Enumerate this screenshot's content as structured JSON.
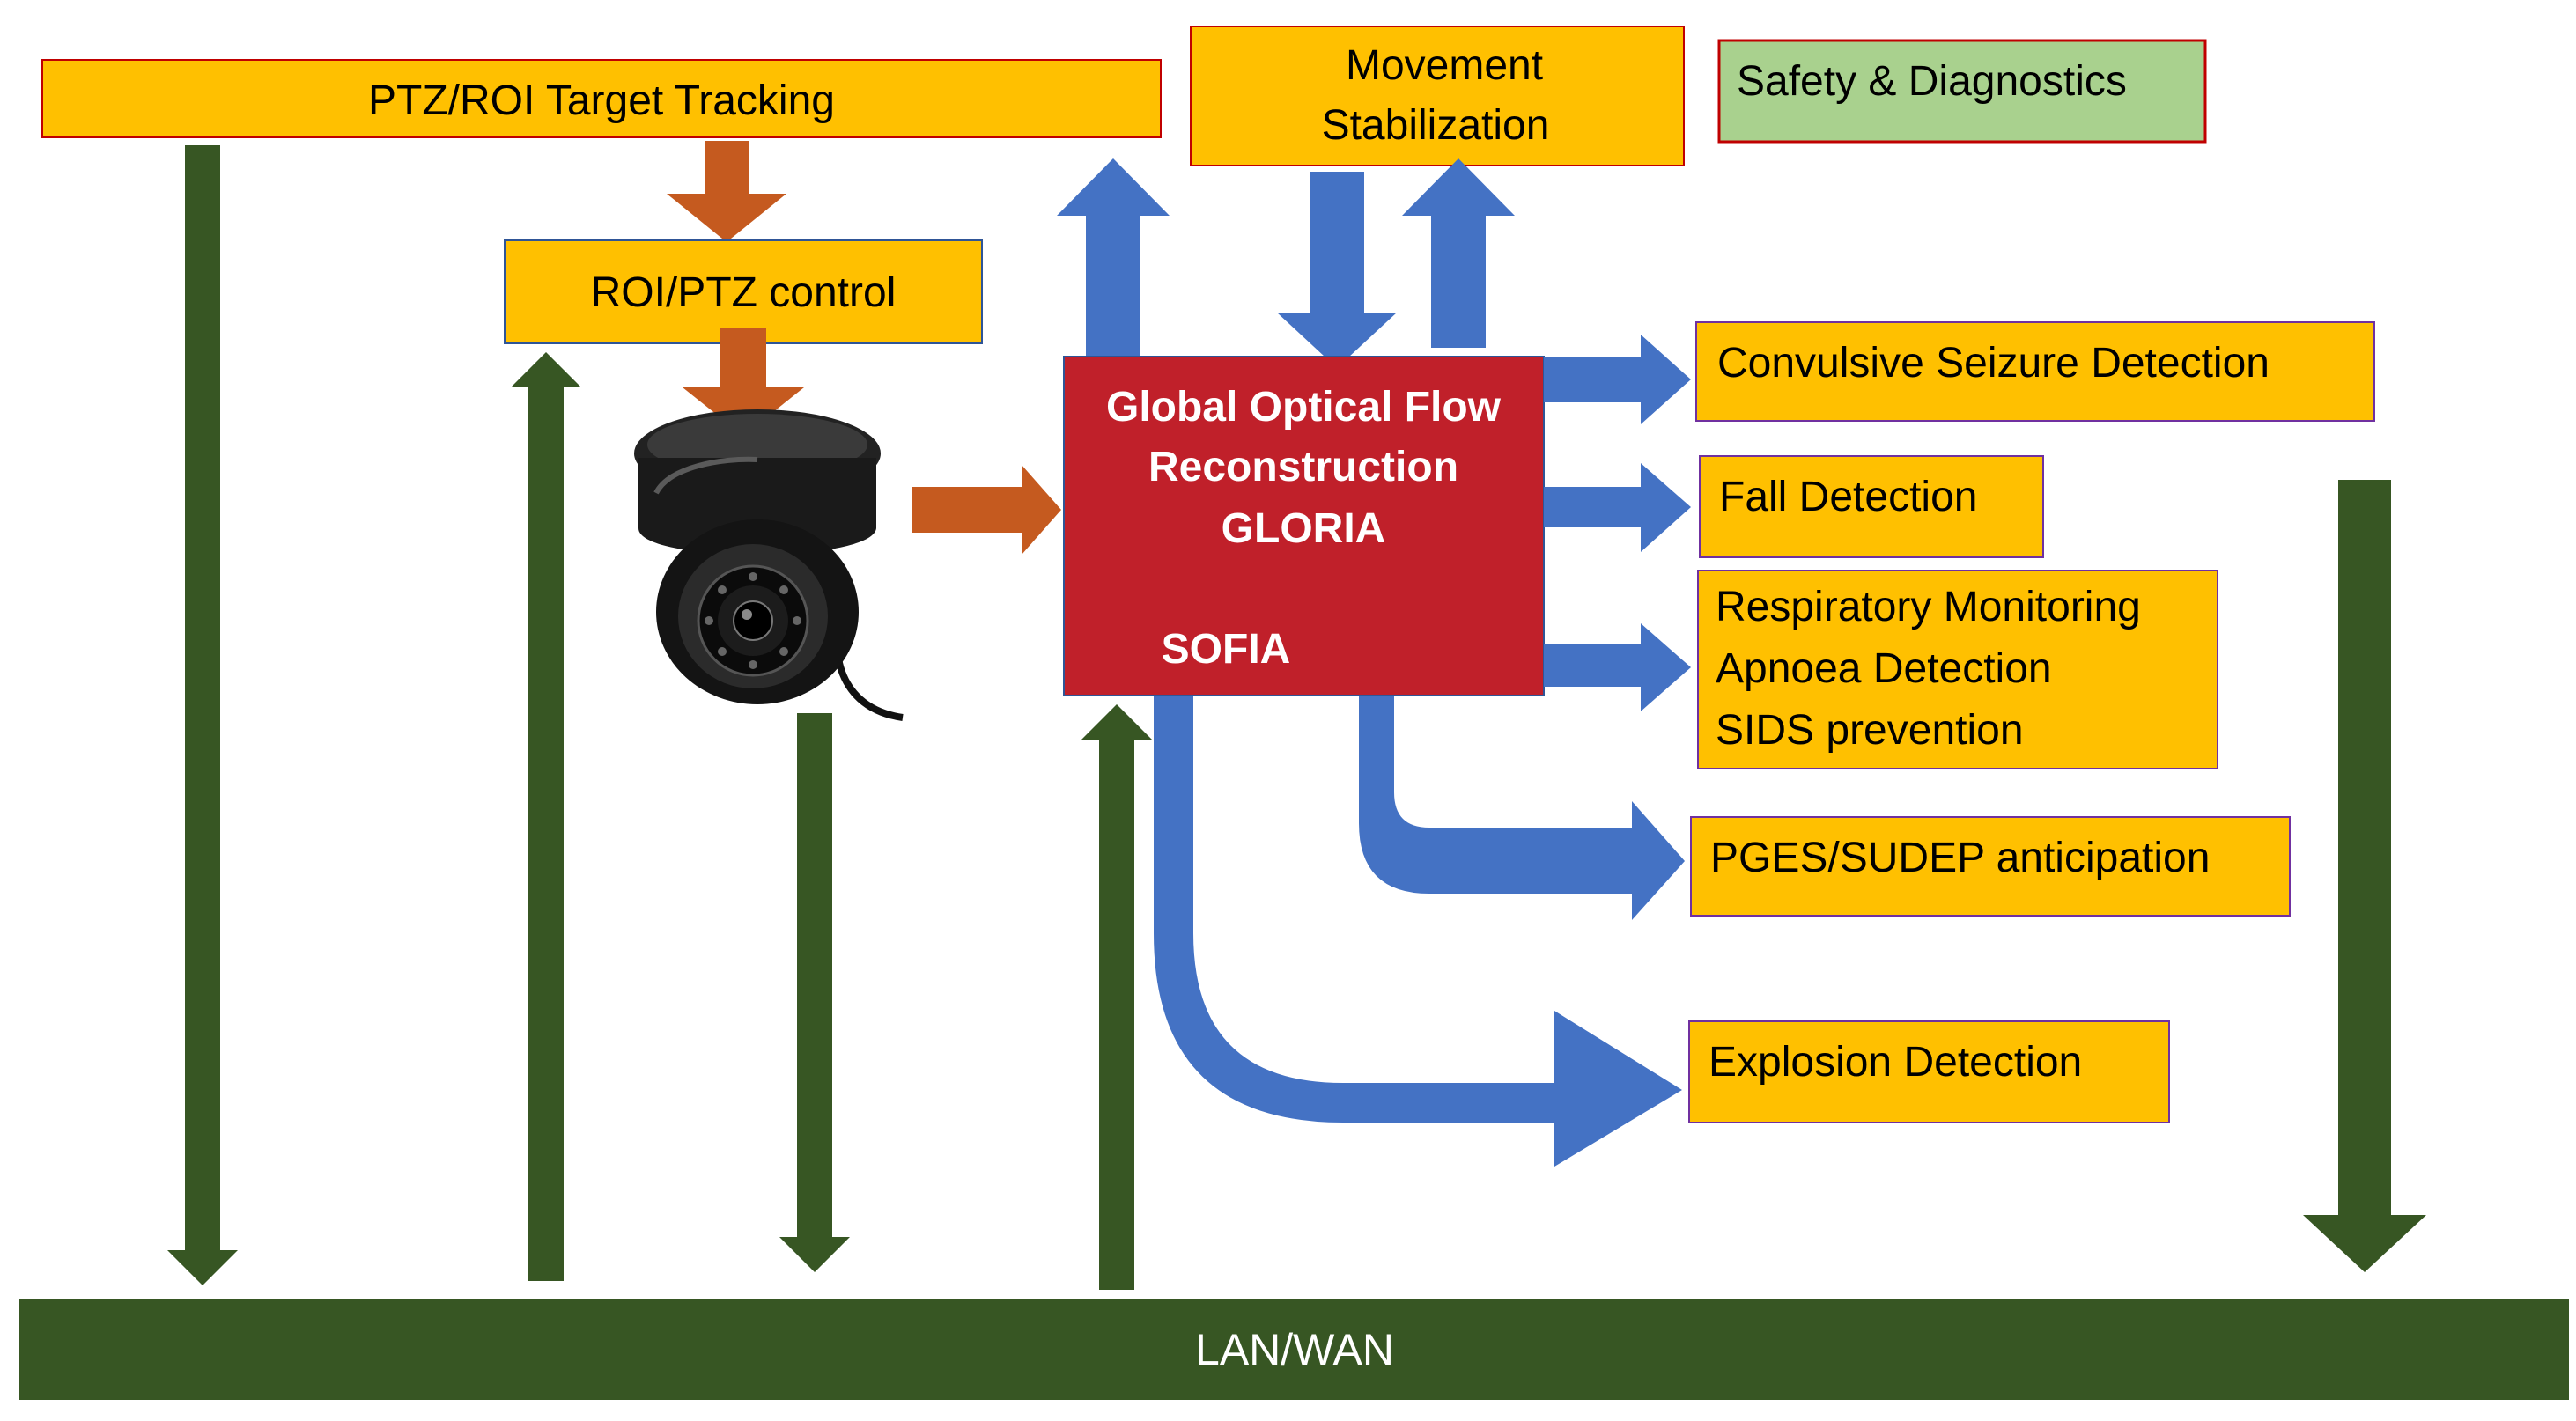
{
  "colors": {
    "box_fill": "#FFC000",
    "box_border_red": "#C00000",
    "box_border_blue": "#2F5597",
    "green_box_fill": "#A9D18E",
    "core_fill": "#C0202A",
    "blue_arrow": "#4472C4",
    "orange_arrow": "#C55A1F",
    "dark_green": "#375623"
  },
  "boxes": {
    "ptz_tracking": "PTZ/ROI Target Tracking",
    "roi_control": "ROI/PTZ control",
    "movement_line1": "Movement",
    "movement_line2": "Stabilization",
    "safety": "Safety & Diagnostics",
    "convulsive": "Convulsive Seizure Detection",
    "fall": "Fall Detection",
    "respiratory_line1": "Respiratory Monitoring",
    "respiratory_line2": "Apnoea Detection",
    "respiratory_line3": "SIDS prevention",
    "pges": "PGES/SUDEP anticipation",
    "explosion": "Explosion Detection"
  },
  "core": {
    "line1": "Global Optical Flow",
    "line2": "Reconstruction",
    "line3": "GLORIA",
    "line4": "SOFIA"
  },
  "network": {
    "label": "LAN/WAN"
  },
  "icons": {
    "camera": "dome-camera-icon"
  }
}
